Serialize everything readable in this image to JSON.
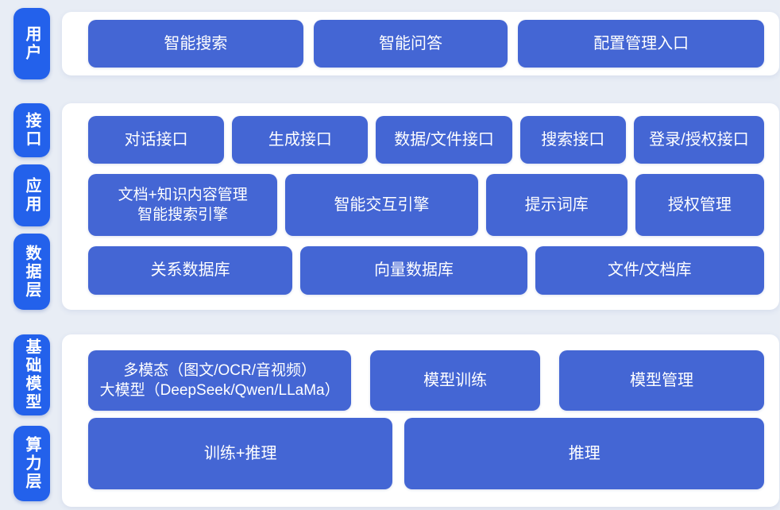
{
  "colors": {
    "background": "#e8edf5",
    "panel": "#ffffff",
    "label_pill": "#2361eb",
    "box": "#4466d4",
    "box_text": "#ffffff"
  },
  "sections": [
    {
      "labels": [
        "用户"
      ],
      "rows": [
        [
          "智能搜索",
          "智能问答",
          "配置管理入口"
        ]
      ]
    },
    {
      "labels": [
        "接口",
        "应用",
        "数据层"
      ],
      "rows": [
        [
          "对话接口",
          "生成接口",
          "数据/文件接口",
          "搜索接口",
          "登录/授权接口"
        ],
        [
          "文档+知识内容管理\n智能搜索引擎",
          "智能交互引擎",
          "提示词库",
          "授权管理"
        ],
        [
          "关系数据库",
          "向量数据库",
          "文件/文档库"
        ]
      ]
    },
    {
      "labels": [
        "基础模型",
        "算力层"
      ],
      "rows": [
        [
          "多模态（图文/OCR/音视频）\n大模型（DeepSeek/Qwen/LLaMa）",
          "模型训练",
          "模型管理"
        ],
        [
          "训练+推理",
          "推理"
        ]
      ]
    }
  ]
}
